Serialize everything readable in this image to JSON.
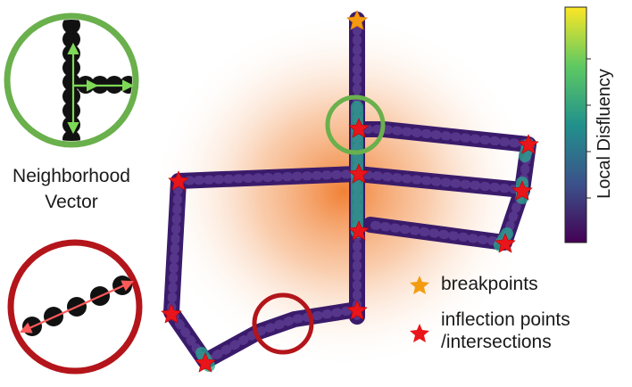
{
  "labels": {
    "neighborhood_line1": "Neighborhood",
    "neighborhood_line2": "Vector",
    "colorbar": "Local Disfluency"
  },
  "legend": {
    "breakpoints": "breakpoints",
    "inflection_line1": "inflection points",
    "inflection_line2": "/intersections"
  },
  "colors": {
    "breakpoint_star": "#f39c12",
    "inflection_star": "#e8151b",
    "green_circle": "#6ab04c",
    "red_circle": "#b3151b",
    "glow": "#f07a2a",
    "trace_low": "#3b1a6e",
    "trace_high": "#f5e61e"
  },
  "colorbar_stops": [
    "#440154",
    "#3b528b",
    "#21918c",
    "#5ec962",
    "#fde725"
  ]
}
